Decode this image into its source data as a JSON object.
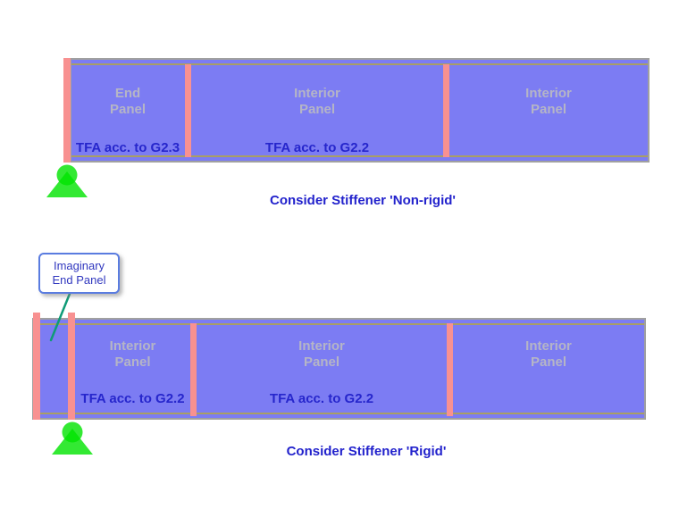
{
  "colors": {
    "panel_fill": "#7c7cf3",
    "stiffener_pink": "#f89191",
    "beam_border_gray": "#a0a0a0",
    "flange_line_tan": "#a89e66",
    "panel_title_gray": "#b5b5c6",
    "tfa_text_blue": "#2626cc",
    "caption_blue": "#2222cc",
    "callout_border_blue": "#5a7ce0",
    "callout_text_blue": "#3138bf",
    "leader_line_teal": "#0f9b77",
    "support_green": "#00e400"
  },
  "top_diagram": {
    "caption": "Consider Stiffener 'Non-rigid'",
    "support_icon": "pinned-support-icon",
    "panels": [
      {
        "title1": "End",
        "title2": "Panel",
        "tfa": "TFA acc. to G2.3"
      },
      {
        "title1": "Interior",
        "title2": "Panel",
        "tfa": "TFA acc. to G2.2"
      },
      {
        "title1": "Interior",
        "title2": "Panel"
      }
    ]
  },
  "bottom_diagram": {
    "caption": "Consider Stiffener 'Rigid'",
    "support_icon": "pinned-support-icon",
    "callout": {
      "line1": "Imaginary",
      "line2": "End Panel"
    },
    "panels": [
      {
        "title1": "Interior",
        "title2": "Panel",
        "tfa": "TFA acc. to G2.2"
      },
      {
        "title1": "Interior",
        "title2": "Panel",
        "tfa": "TFA acc. to G2.2"
      },
      {
        "title1": "Interior",
        "title2": "Panel"
      }
    ]
  }
}
